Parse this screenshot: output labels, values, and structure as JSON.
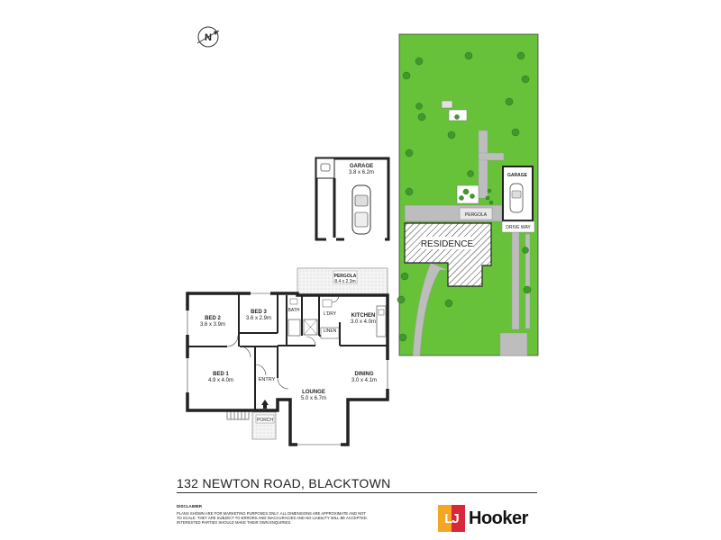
{
  "compass": {
    "letter": "N"
  },
  "rooms": {
    "garage": {
      "name": "GARAGE",
      "dims": "3.8 x 6.2m"
    },
    "bed1": {
      "name": "BED 1",
      "dims": "4.9 x 4.0m"
    },
    "bed2": {
      "name": "BED 2",
      "dims": "3.6 x 3.9m"
    },
    "bed3": {
      "name": "BED 3",
      "dims": "3.6 x 2.9m"
    },
    "bath": {
      "name": "BATH"
    },
    "laundry": {
      "name": "L'DRY"
    },
    "linen": {
      "name": "LINEN"
    },
    "kitchen": {
      "name": "KITCHEN",
      "dims": "3.0 x 4.0m"
    },
    "pergola": {
      "name": "PERGOLA",
      "dims": "8.4 x 2.3m"
    },
    "lounge": {
      "name": "LOUNGE",
      "dims": "5.0 x 6.7m"
    },
    "dining": {
      "name": "DINING",
      "dims": "3.0 x 4.1m"
    },
    "entry": {
      "name": "ENTRY"
    },
    "porch": {
      "name": "PORCH"
    }
  },
  "site": {
    "garage": "GARAGE",
    "pergola": "PERGOLA",
    "residence": "RESIDENCE",
    "driveway": "DRIVE WAY"
  },
  "address": "132 NEWTON ROAD, BLACKTOWN",
  "disclaimer": {
    "title": "DISCLAIMER",
    "body": "Plans shown are for marketing purposes only. All dimensions are approximate and not to scale. They are subject to errors and inaccuracies and no liability will be accepted. Interested parties should make their own enquiries."
  },
  "logo": {
    "mark": "LJ",
    "word": "Hooker"
  },
  "colors": {
    "grass": "#67c23a",
    "tree": "#3d9a2b",
    "pergola_fill": "#e8e8e8",
    "building_hatch": "#333333",
    "logo_red": "#d8263a",
    "logo_orange": "#f5a623"
  }
}
